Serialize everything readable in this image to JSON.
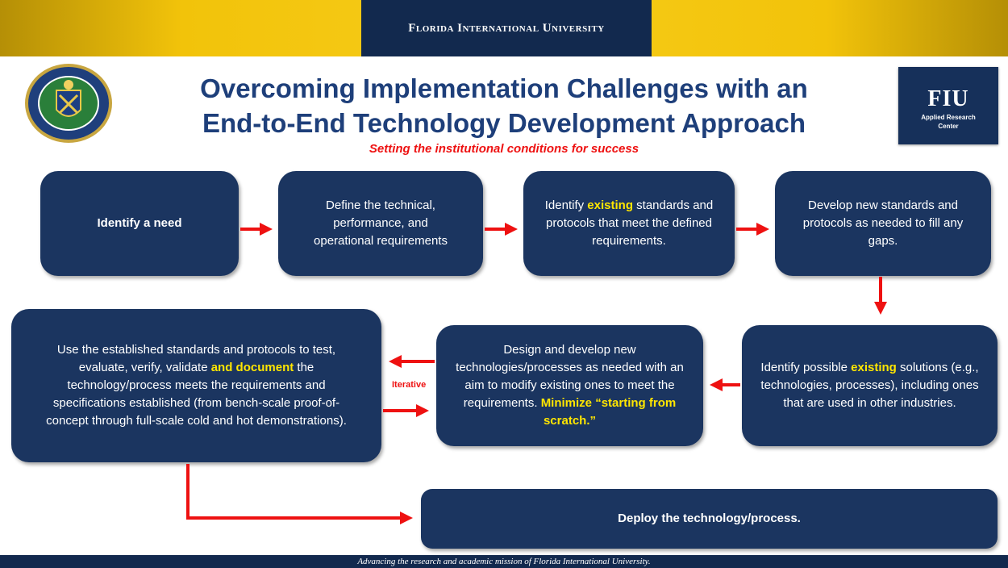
{
  "header": {
    "university": "Florida International University",
    "title_line1": "Overcoming Implementation Challenges with an",
    "title_line2": "End-to-End Technology Development Approach",
    "subtitle": "Setting the institutional conditions for success"
  },
  "logo": {
    "word": "FIU",
    "sub_line1": "Applied Research",
    "sub_line2": "Center"
  },
  "steps": {
    "identify_need": "Identify a need",
    "define_requirements": "Define the technical, performance, and operational requirements",
    "identify_standards": {
      "before": "Identify ",
      "highlight": "existing",
      "after": " standards and protocols that meet the defined requirements."
    },
    "develop_standards": "Develop new standards and protocols as needed to fill any gaps.",
    "identify_solutions": {
      "before": "Identify possible ",
      "highlight": "existing",
      "after": " solutions (e.g., technologies, processes), including ones that are used in other industries."
    },
    "design_develop": {
      "text": "Design and develop new technologies/processes as needed with an aim to modify existing ones to meet the requirements.",
      "highlight": "Minimize “starting from scratch.”"
    },
    "test_evaluate": {
      "before": "Use the established standards and protocols to test, evaluate, verify, validate ",
      "highlight": "and document",
      "after": " the technology/process meets the requirements and specifications established (from bench-scale proof-of-concept through full-scale cold and hot demonstrations)."
    },
    "deploy": "Deploy the technology/process."
  },
  "iterative_label": "Iterative",
  "footer": "Advancing the research and academic mission of Florida International University.",
  "colors": {
    "box_fill": "#1b3560",
    "arrow": "#ee1111",
    "highlight": "#ffe600",
    "title": "#1e3f7a",
    "gold": "#f2c30a"
  }
}
